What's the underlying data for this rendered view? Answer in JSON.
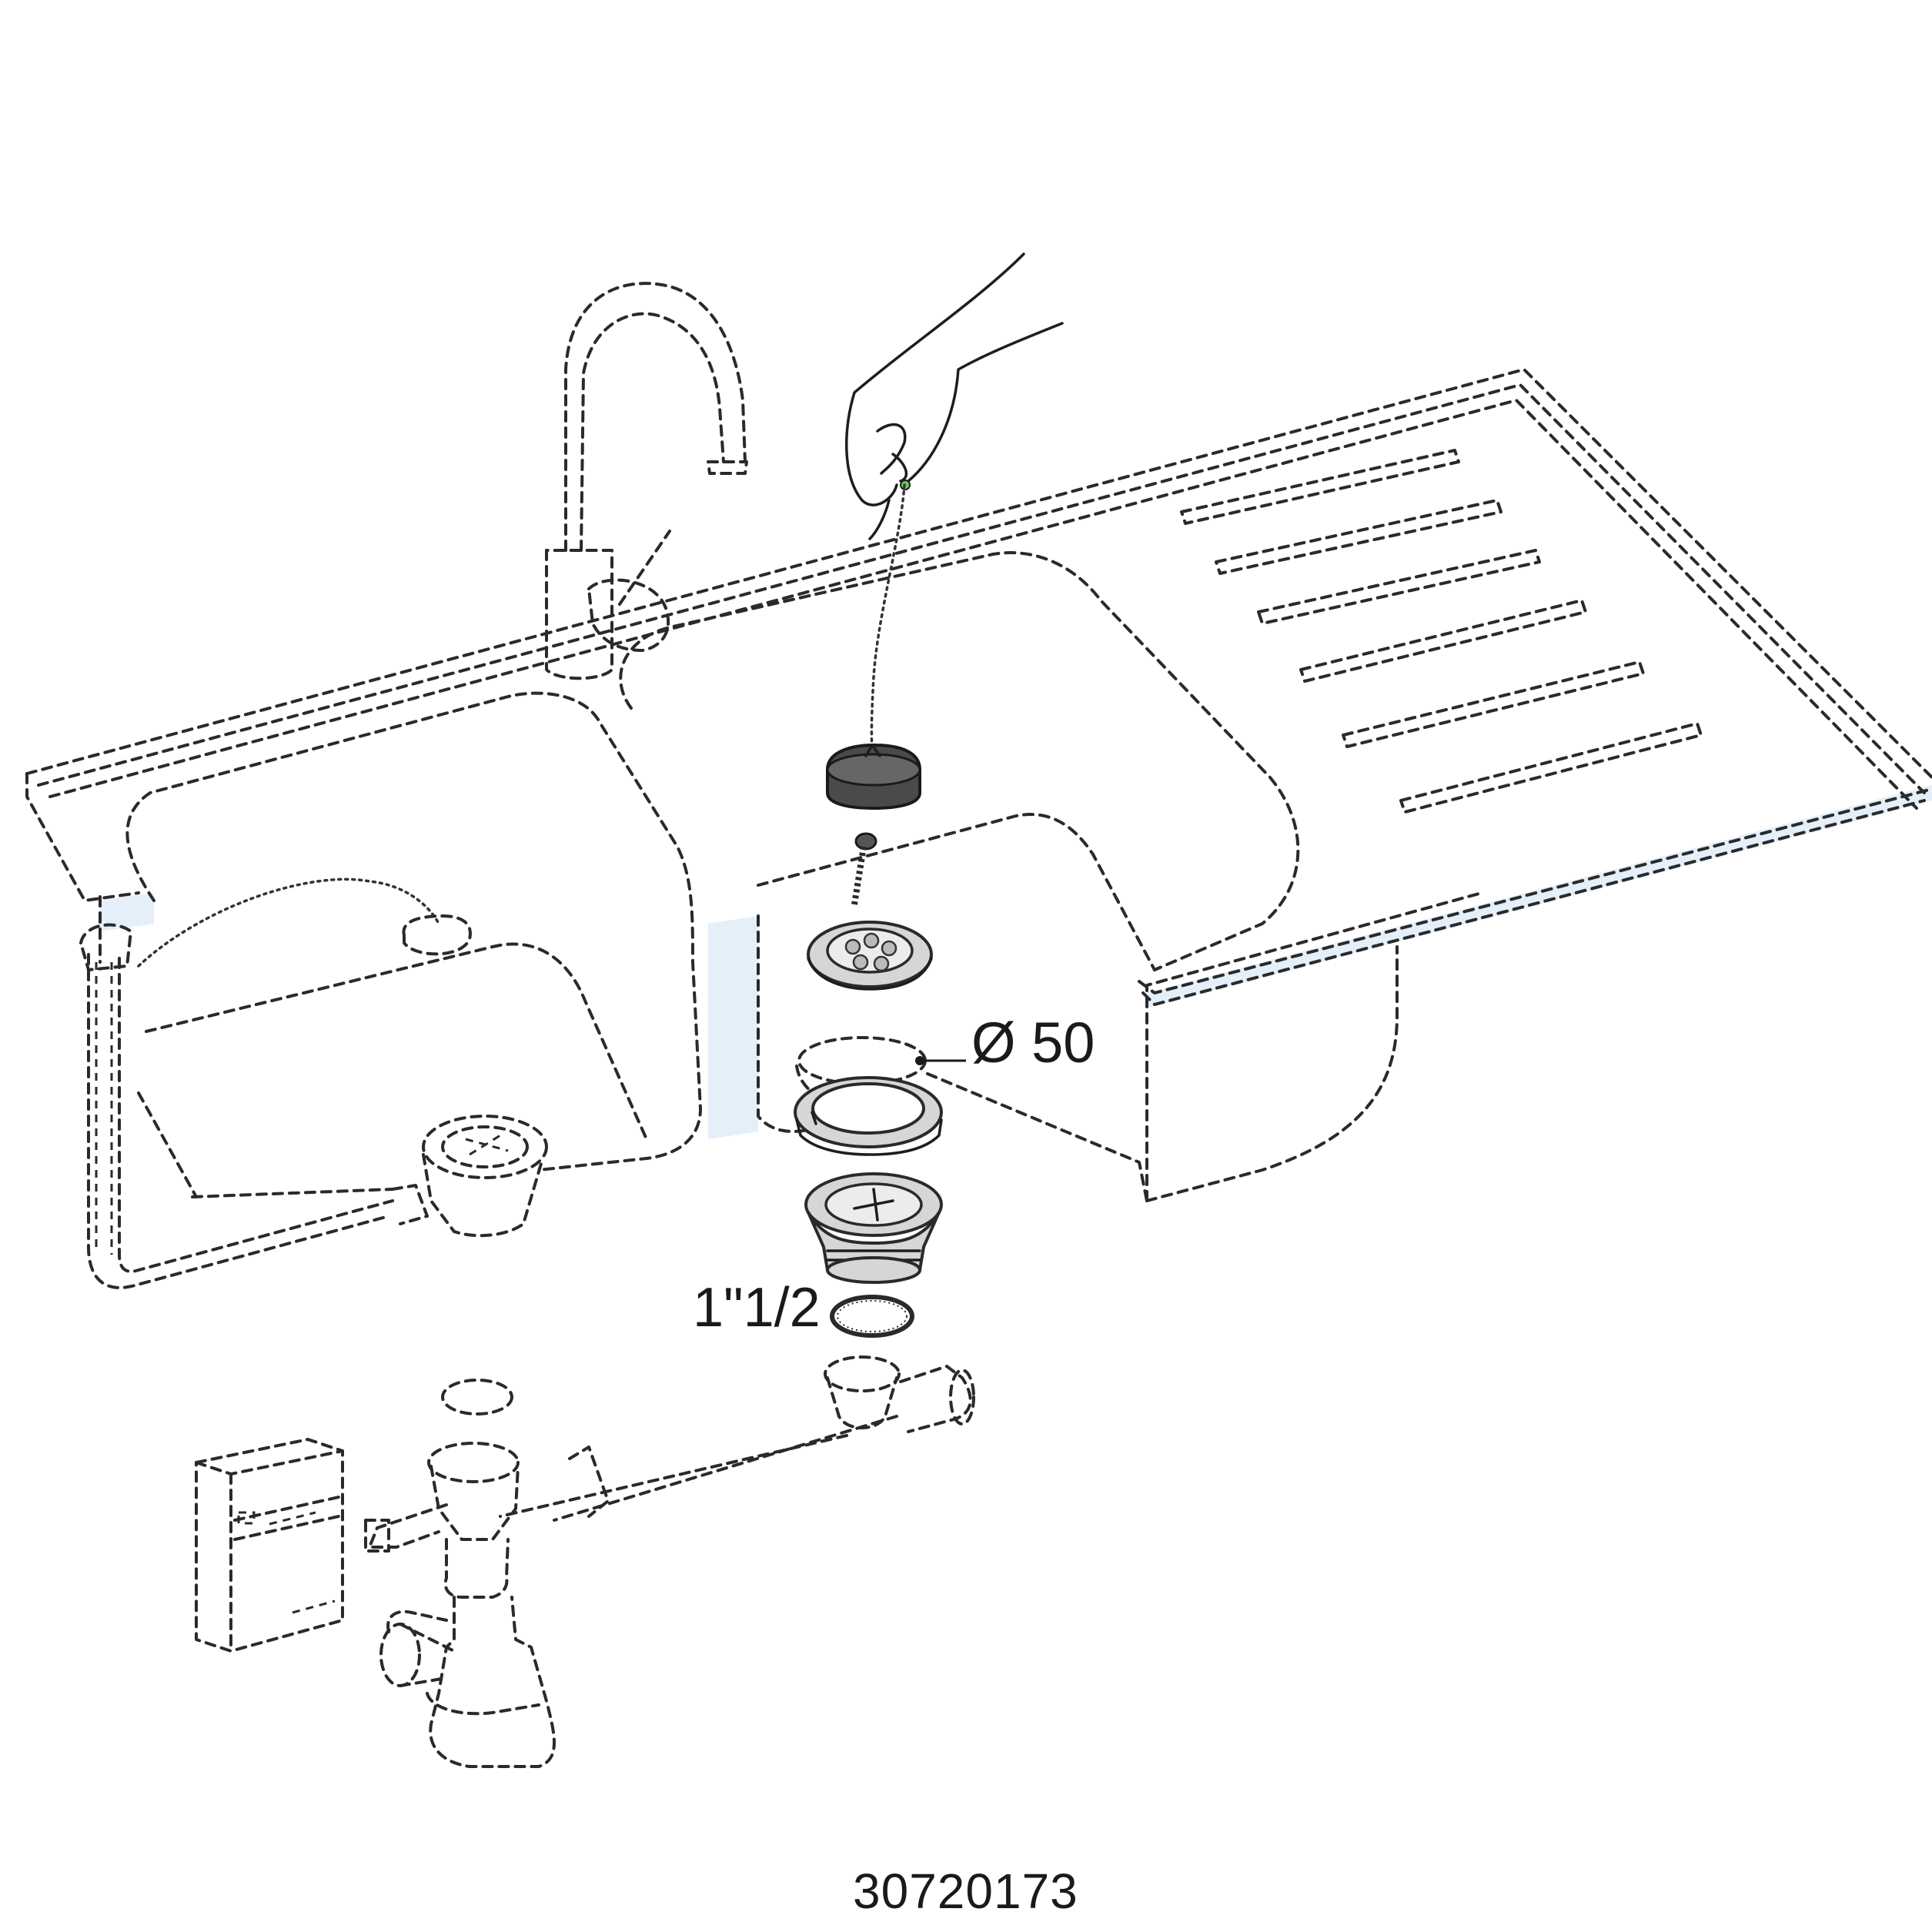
{
  "diagram": {
    "callouts": {
      "outlet_diameter": "Ø 50",
      "thread_size": "1\"1/2"
    },
    "article_number": "30720173",
    "parts": [
      "hand",
      "plug-chain",
      "rubber-plug",
      "screw",
      "strainer-grid",
      "outlet-flange",
      "rubber-seal",
      "waste-body",
      "nut-washer",
      "pipe-connector",
      "siphon",
      "dishwasher",
      "overflow-hose",
      "sink",
      "tap"
    ],
    "colors": {
      "line": "#2a2a2a",
      "metal": "#d6d6d6",
      "rubber": "#4a4a4a",
      "tint": "#dbeaf7"
    }
  }
}
